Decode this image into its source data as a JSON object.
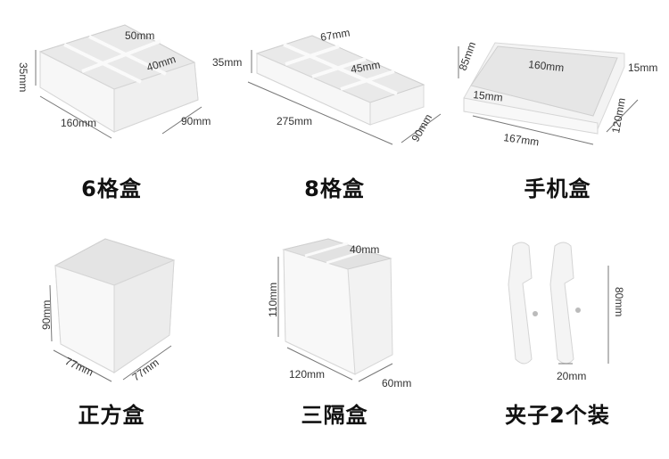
{
  "products": [
    {
      "caption": "6格盒",
      "dims": {
        "height": "35mm",
        "cell_w": "50mm",
        "cell_d": "40mm",
        "length": "160mm",
        "depth": "90mm"
      }
    },
    {
      "caption": "8格盒",
      "dims": {
        "height": "35mm",
        "cell_w": "67mm",
        "cell_d": "45mm",
        "length": "275mm",
        "depth": "90mm"
      }
    },
    {
      "caption": "手机盒",
      "dims": {
        "height": "85mm",
        "inner_w": "160mm",
        "lip_right": "15mm",
        "lip_front": "15mm",
        "length": "167mm",
        "depth": "120mm"
      }
    },
    {
      "caption": "正方盒",
      "dims": {
        "height": "90mm",
        "width_left": "77mm",
        "width_right": "77mm"
      }
    },
    {
      "caption": "三隔盒",
      "dims": {
        "height": "110mm",
        "divider": "40mm",
        "length": "120mm",
        "depth": "60mm"
      }
    },
    {
      "caption": "夹子2个装",
      "dims": {
        "height": "80mm",
        "width": "20mm"
      }
    }
  ]
}
